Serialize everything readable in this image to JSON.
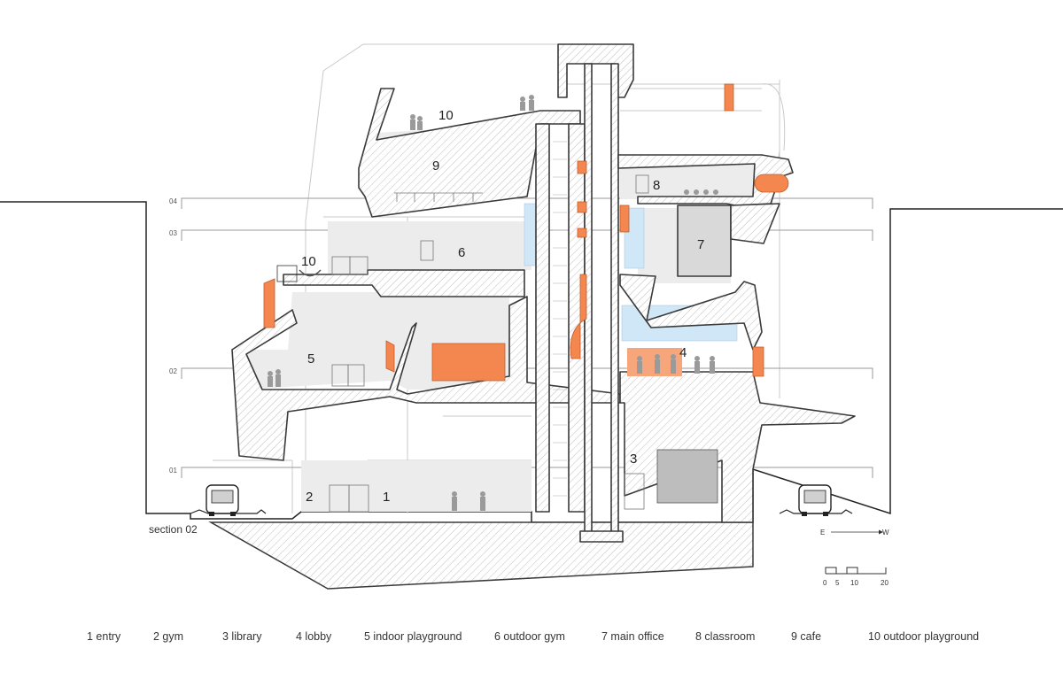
{
  "caption": "section 02",
  "levels": [
    "04",
    "03",
    "02",
    "01"
  ],
  "room_numbers": [
    "1",
    "2",
    "3",
    "4",
    "5",
    "6",
    "7",
    "8",
    "9",
    "10",
    "10"
  ],
  "compass": {
    "left": "E",
    "right": "W"
  },
  "scale": {
    "ticks": [
      "0",
      "5",
      "10",
      "20"
    ]
  },
  "legend": [
    {
      "label": "1 entry"
    },
    {
      "label": "2 gym"
    },
    {
      "label": "3 library"
    },
    {
      "label": "4 lobby"
    },
    {
      "label": "5 indoor playground"
    },
    {
      "label": "6 outdoor gym"
    },
    {
      "label": "7 main office"
    },
    {
      "label": "8 classroom"
    },
    {
      "label": "9 cafe"
    },
    {
      "label": "10 outdoor playground"
    }
  ],
  "colors": {
    "accent": "#f4874f",
    "glass": "#cfe7f7",
    "wall": "#3a3a3a",
    "interior": "#ececec",
    "ghost": "#c9c9c9"
  }
}
